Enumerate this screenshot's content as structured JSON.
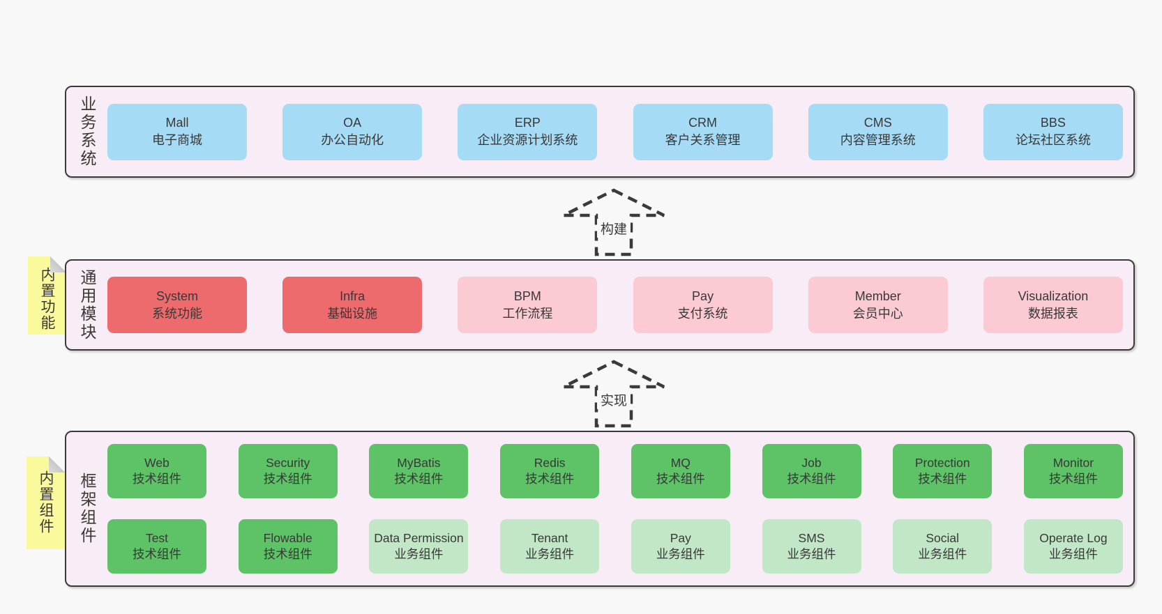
{
  "colors": {
    "page_bg": "#f8f8f8",
    "layer_bg": "#f8edf6",
    "layer_border": "#3a3a3a",
    "blue": "#a6dbf5",
    "red": "#ee6b6d",
    "pink": "#fbcad3",
    "green": "#5ec267",
    "green_light": "#c2e7c6",
    "note_yellow": "#fafa9d",
    "note_fold": "#c7c7c7",
    "text": "#383838"
  },
  "arrows": [
    {
      "label": "构建"
    },
    {
      "label": "实现"
    }
  ],
  "layers": {
    "business": {
      "label": "业务系统",
      "boxes": [
        {
          "name": "Mall",
          "desc": "电子商城",
          "variant": "blue"
        },
        {
          "name": "OA",
          "desc": "办公自动化",
          "variant": "blue"
        },
        {
          "name": "ERP",
          "desc": "企业资源计划系统",
          "variant": "blue"
        },
        {
          "name": "CRM",
          "desc": "客户关系管理",
          "variant": "blue"
        },
        {
          "name": "CMS",
          "desc": "内容管理系统",
          "variant": "blue"
        },
        {
          "name": "BBS",
          "desc": "论坛社区系统",
          "variant": "blue"
        }
      ]
    },
    "modules": {
      "note": "内置功能",
      "label": "通用模块",
      "boxes": [
        {
          "name": "System",
          "desc": "系统功能",
          "variant": "red"
        },
        {
          "name": "Infra",
          "desc": "基础设施",
          "variant": "red"
        },
        {
          "name": "BPM",
          "desc": "工作流程",
          "variant": "pink"
        },
        {
          "name": "Pay",
          "desc": "支付系统",
          "variant": "pink"
        },
        {
          "name": "Member",
          "desc": "会员中心",
          "variant": "pink"
        },
        {
          "name": "Visualization",
          "desc": "数据报表",
          "variant": "pink"
        }
      ]
    },
    "components": {
      "note": "内置组件",
      "label": "框架组件",
      "row1": [
        {
          "name": "Web",
          "desc": "技术组件",
          "variant": "green"
        },
        {
          "name": "Security",
          "desc": "技术组件",
          "variant": "green"
        },
        {
          "name": "MyBatis",
          "desc": "技术组件",
          "variant": "green"
        },
        {
          "name": "Redis",
          "desc": "技术组件",
          "variant": "green"
        },
        {
          "name": "MQ",
          "desc": "技术组件",
          "variant": "green"
        },
        {
          "name": "Job",
          "desc": "技术组件",
          "variant": "green"
        },
        {
          "name": "Protection",
          "desc": "技术组件",
          "variant": "green"
        },
        {
          "name": "Monitor",
          "desc": "技术组件",
          "variant": "green"
        }
      ],
      "row2": [
        {
          "name": "Test",
          "desc": "技术组件",
          "variant": "green"
        },
        {
          "name": "Flowable",
          "desc": "技术组件",
          "variant": "green"
        },
        {
          "name": "Data Permission",
          "desc": "业务组件",
          "variant": "green-light"
        },
        {
          "name": "Tenant",
          "desc": "业务组件",
          "variant": "green-light"
        },
        {
          "name": "Pay",
          "desc": "业务组件",
          "variant": "green-light"
        },
        {
          "name": "SMS",
          "desc": "业务组件",
          "variant": "green-light"
        },
        {
          "name": "Social",
          "desc": "业务组件",
          "variant": "green-light"
        },
        {
          "name": "Operate Log",
          "desc": "业务组件",
          "variant": "green-light"
        }
      ]
    }
  }
}
